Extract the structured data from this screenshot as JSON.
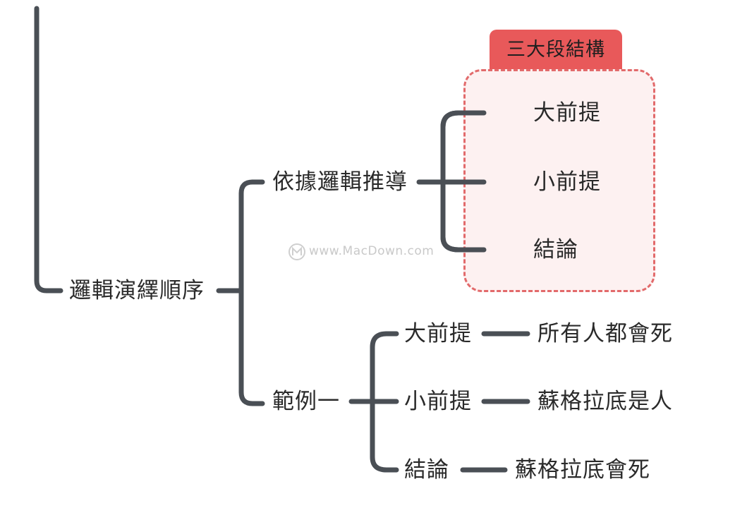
{
  "diagram": {
    "root": "邏輯演繹順序",
    "branch_logic": "依據邏輯推導",
    "group_tag": "三大段結構",
    "logic_items": [
      "大前提",
      "小前提",
      "結論"
    ],
    "branch_example": "範例一",
    "example_items": [
      {
        "label": "大前提",
        "value": "所有人都會死"
      },
      {
        "label": "小前提",
        "value": "蘇格拉底是人"
      },
      {
        "label": "結論",
        "value": "蘇格拉底會死"
      }
    ]
  },
  "watermark": "www.MacDown.com",
  "colors": {
    "line": "#4a4f55",
    "tag": "#e8595a",
    "dashed_border": "#e26a6b",
    "group_fill": "#fdf1f1"
  }
}
